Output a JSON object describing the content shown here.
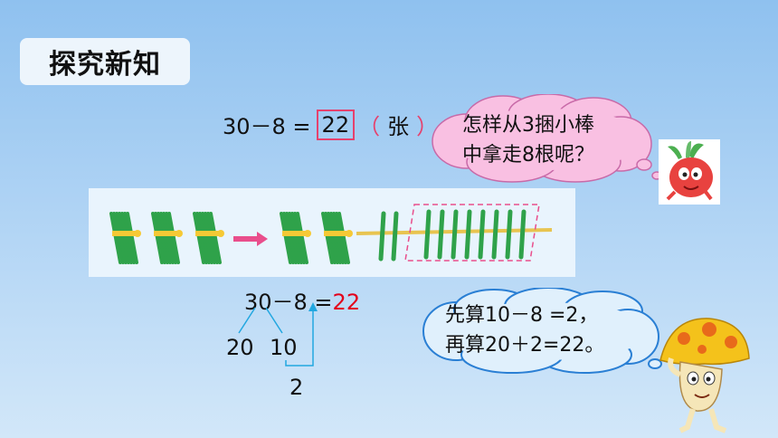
{
  "section_title": "探究新知",
  "equation1": {
    "expression": "30－8 =",
    "answer": "22",
    "paren_left": "（",
    "unit": "张",
    "paren_right": "）"
  },
  "bubble1": {
    "line1": "怎样从3捆小棒",
    "line2": "中拿走8根呢？"
  },
  "equation2": {
    "expression": "30－8 =",
    "answer": "22"
  },
  "decomposition": {
    "left": "20",
    "right": "10",
    "result": "2"
  },
  "bubble2": {
    "line1": "先算10－8 =2，",
    "line2": "再算20＋2=22。"
  },
  "colors": {
    "accent_pink": "#e6416d",
    "answer_red": "#e3001b",
    "stick_green": "#2fa24a",
    "arrow_blue": "#22a7e0"
  }
}
